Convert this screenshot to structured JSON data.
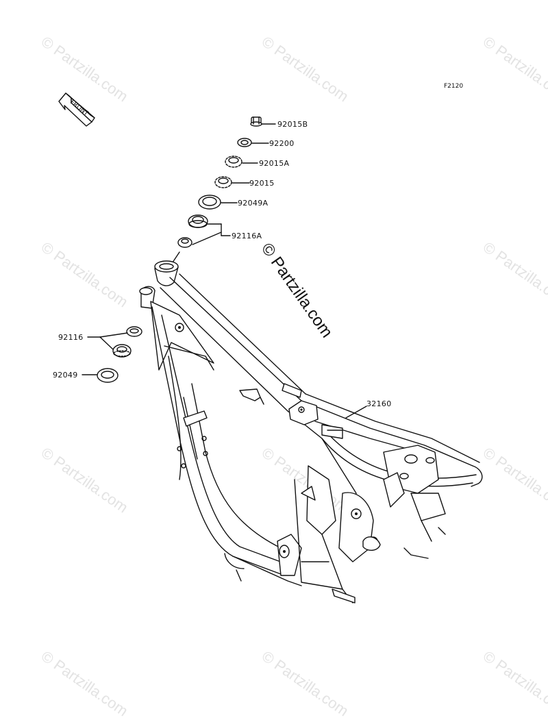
{
  "diagram": {
    "code": "F2120",
    "front_label": "FRONT",
    "watermark_main": "© Partzilla.com",
    "watermark_repeat": "© Partzilla.com",
    "part_labels": {
      "p92015B": "92015B",
      "p92200": "92200",
      "p92015A": "92015A",
      "p92015": "92015",
      "p92049A": "92049A",
      "p92116A": "92116A",
      "p92116": "92116",
      "p92049": "92049",
      "p32160": "32160"
    }
  }
}
